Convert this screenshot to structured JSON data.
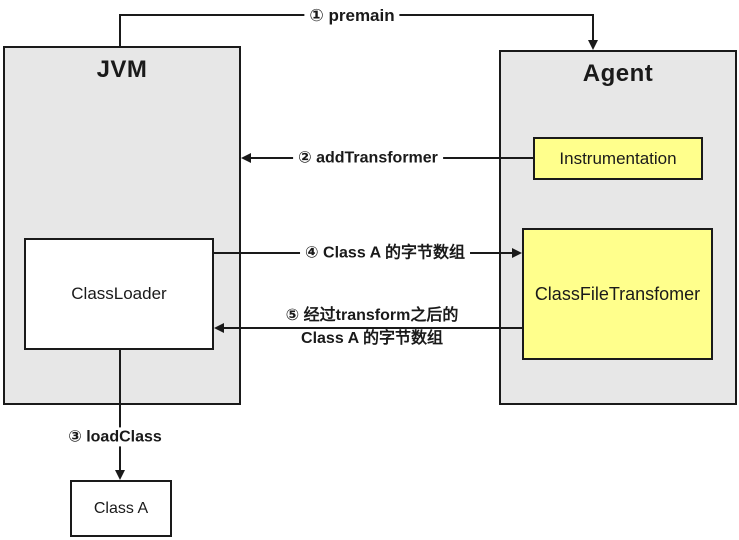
{
  "diagram": {
    "containers": {
      "jvm": {
        "title": "JVM"
      },
      "agent": {
        "title": "Agent"
      }
    },
    "nodes": {
      "instrumentation": {
        "label": "Instrumentation"
      },
      "class_file_transformer": {
        "label": "ClassFileTransfomer"
      },
      "class_loader": {
        "label": "ClassLoader"
      },
      "class_a": {
        "label": "Class A"
      }
    },
    "arrows": {
      "premain": {
        "label": "① premain"
      },
      "add_transformer": {
        "label": "② addTransformer"
      },
      "load_class": {
        "label": "③ loadClass"
      },
      "class_a_bytes": {
        "label": "④ Class A 的字节数组"
      },
      "transformed_bytes_line1": "⑤ 经过transform之后的",
      "transformed_bytes_line2": "Class A 的字节数组"
    },
    "colors": {
      "container_fill": "#e7e7e7",
      "highlight_fill": "#ffff8c",
      "node_fill": "#ffffff",
      "line": "#1a1a1a"
    }
  }
}
